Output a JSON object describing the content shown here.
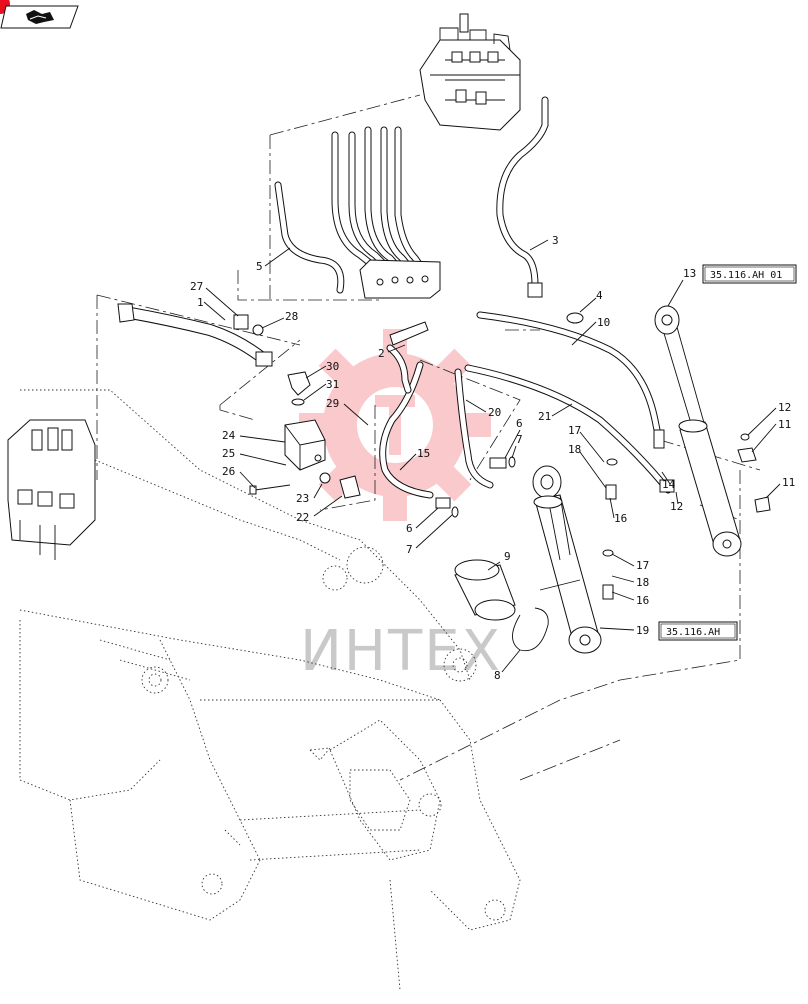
{
  "nav": {
    "icon": "book-open-icon",
    "badge_color": "#e8101e"
  },
  "watermark": {
    "text": "ИНТЕХ",
    "color": "#e8101e"
  },
  "ref_boxes": [
    "35.116.AH 01",
    "35.116.AH"
  ],
  "callouts": [
    "1",
    "2",
    "3",
    "4",
    "5",
    "6",
    "6",
    "7",
    "7",
    "8",
    "9",
    "10",
    "11",
    "11",
    "12",
    "12",
    "13",
    "14",
    "15",
    "16",
    "16",
    "17",
    "17",
    "18",
    "18",
    "19",
    "20",
    "21",
    "22",
    "23",
    "24",
    "25",
    "26",
    "27",
    "28",
    "29",
    "30",
    "31"
  ]
}
